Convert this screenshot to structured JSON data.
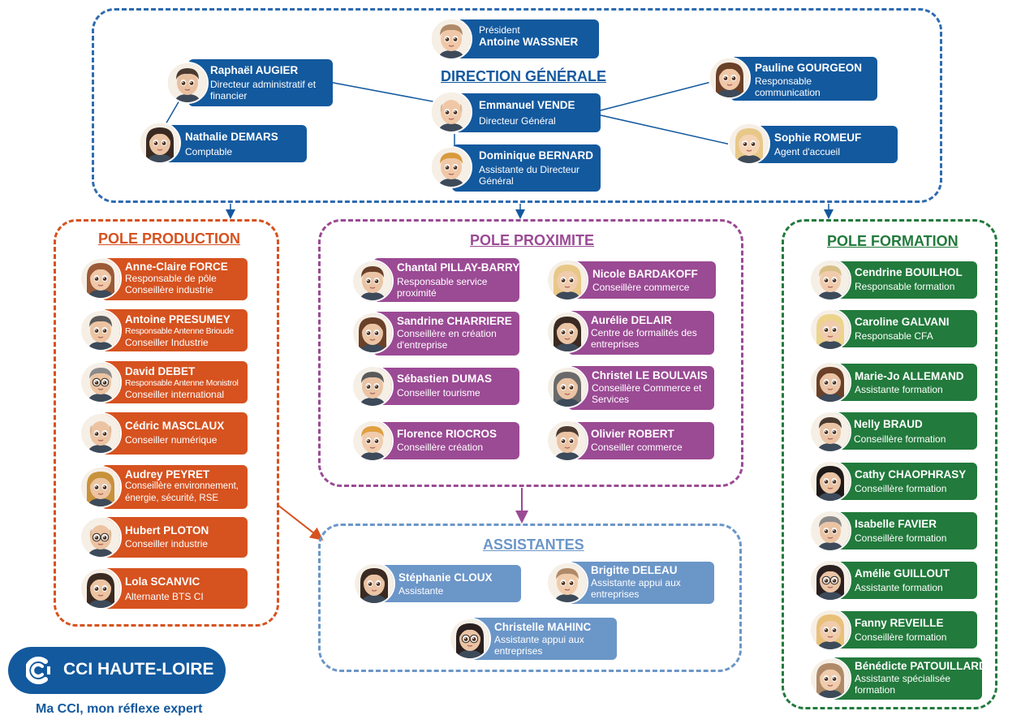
{
  "colors": {
    "direction": "#13599e",
    "production": "#d6521f",
    "proximite": "#9b4a94",
    "assistantes": "#6b96c8",
    "formation": "#227a3c"
  },
  "groups": {
    "direction": {
      "title": "DIRECTION GÉNÉRALE"
    },
    "production": {
      "title": "POLE PRODUCTION"
    },
    "proximite": {
      "title": "POLE PROXIMITE"
    },
    "assistantes": {
      "title": "ASSISTANTES"
    },
    "formation": {
      "title": "POLE FORMATION"
    }
  },
  "direction": {
    "president": {
      "prefix": "Président",
      "name": "Antoine WASSNER"
    },
    "dg": {
      "name": "Emmanuel VENDE",
      "role": "Directeur Général"
    },
    "assistant": {
      "name": "Dominique BERNARD",
      "role": "Assistante du Directeur Général"
    },
    "daf": {
      "name": "Raphaël AUGIER",
      "role": "Directeur administratif et financier"
    },
    "comptable": {
      "name": "Nathalie DEMARS",
      "role": "Comptable"
    },
    "communication": {
      "name": "Pauline GOURGEON",
      "role": "Responsable communication"
    },
    "accueil": {
      "name": "Sophie ROMEUF",
      "role": "Agent d'accueil"
    }
  },
  "production": [
    {
      "name": "Anne-Claire FORCE",
      "role": "Responsable de pôle",
      "role2": "Conseillère industrie"
    },
    {
      "name": "Antoine PRESUMEY",
      "role": "Responsable Antenne Brioude",
      "role2": "Conseiller Industrie"
    },
    {
      "name": "David DEBET",
      "role": "Responsable Antenne Monistrol",
      "role2": "Conseiller international"
    },
    {
      "name": "Cédric MASCLAUX",
      "role": "Conseiller numérique"
    },
    {
      "name": "Audrey PEYRET",
      "role": "Conseillère environnement, énergie, sécurité, RSE"
    },
    {
      "name": "Hubert PLOTON",
      "role": "Conseiller industrie"
    },
    {
      "name": "Lola SCANVIC",
      "role": "Alternante BTS CI"
    }
  ],
  "proximite": [
    {
      "name": "Chantal PILLAY-BARRY",
      "role": "Responsable service proximité"
    },
    {
      "name": "Nicole BARDAKOFF",
      "role": "Conseillère commerce"
    },
    {
      "name": "Sandrine CHARRIERE",
      "role": "Conseillère en création d'entreprise"
    },
    {
      "name": "Aurélie DELAIR",
      "role": "Centre de formalités des entreprises"
    },
    {
      "name": "Sébastien DUMAS",
      "role": "Conseiller tourisme"
    },
    {
      "name": "Christel LE BOULVAIS",
      "role": "Conseillère Commerce et Services"
    },
    {
      "name": "Florence RIOCROS",
      "role": "Conseillère création"
    },
    {
      "name": "Olivier ROBERT",
      "role": "Conseiller commerce"
    }
  ],
  "assistantes": [
    {
      "name": "Stéphanie CLOUX",
      "role": "Assistante"
    },
    {
      "name": "Brigitte DELEAU",
      "role": "Assistante appui aux entreprises"
    },
    {
      "name": "Christelle MAHINC",
      "role": "Assistante appui aux entreprises"
    }
  ],
  "formation": [
    {
      "name": "Cendrine BOUILHOL",
      "role": "Responsable formation"
    },
    {
      "name": "Caroline GALVANI",
      "role": "Responsable CFA"
    },
    {
      "name": "Marie-Jo ALLEMAND",
      "role": "Assistante formation"
    },
    {
      "name": "Nelly BRAUD",
      "role": "Conseillère formation"
    },
    {
      "name": "Cathy CHAOPHRASY",
      "role": "Conseillère formation"
    },
    {
      "name": "Isabelle FAVIER",
      "role": "Conseillère formation"
    },
    {
      "name": "Amélie GUILLOUT",
      "role": "Assistante formation"
    },
    {
      "name": "Fanny REVEILLE",
      "role": "Conseillère formation"
    },
    {
      "name": "Bénédicte PATOUILLARD",
      "role": "Assistante spécialisée formation"
    }
  ],
  "logo": {
    "text": "CCI HAUTE-LOIRE",
    "slogan": "Ma CCI, mon réflexe expert"
  }
}
